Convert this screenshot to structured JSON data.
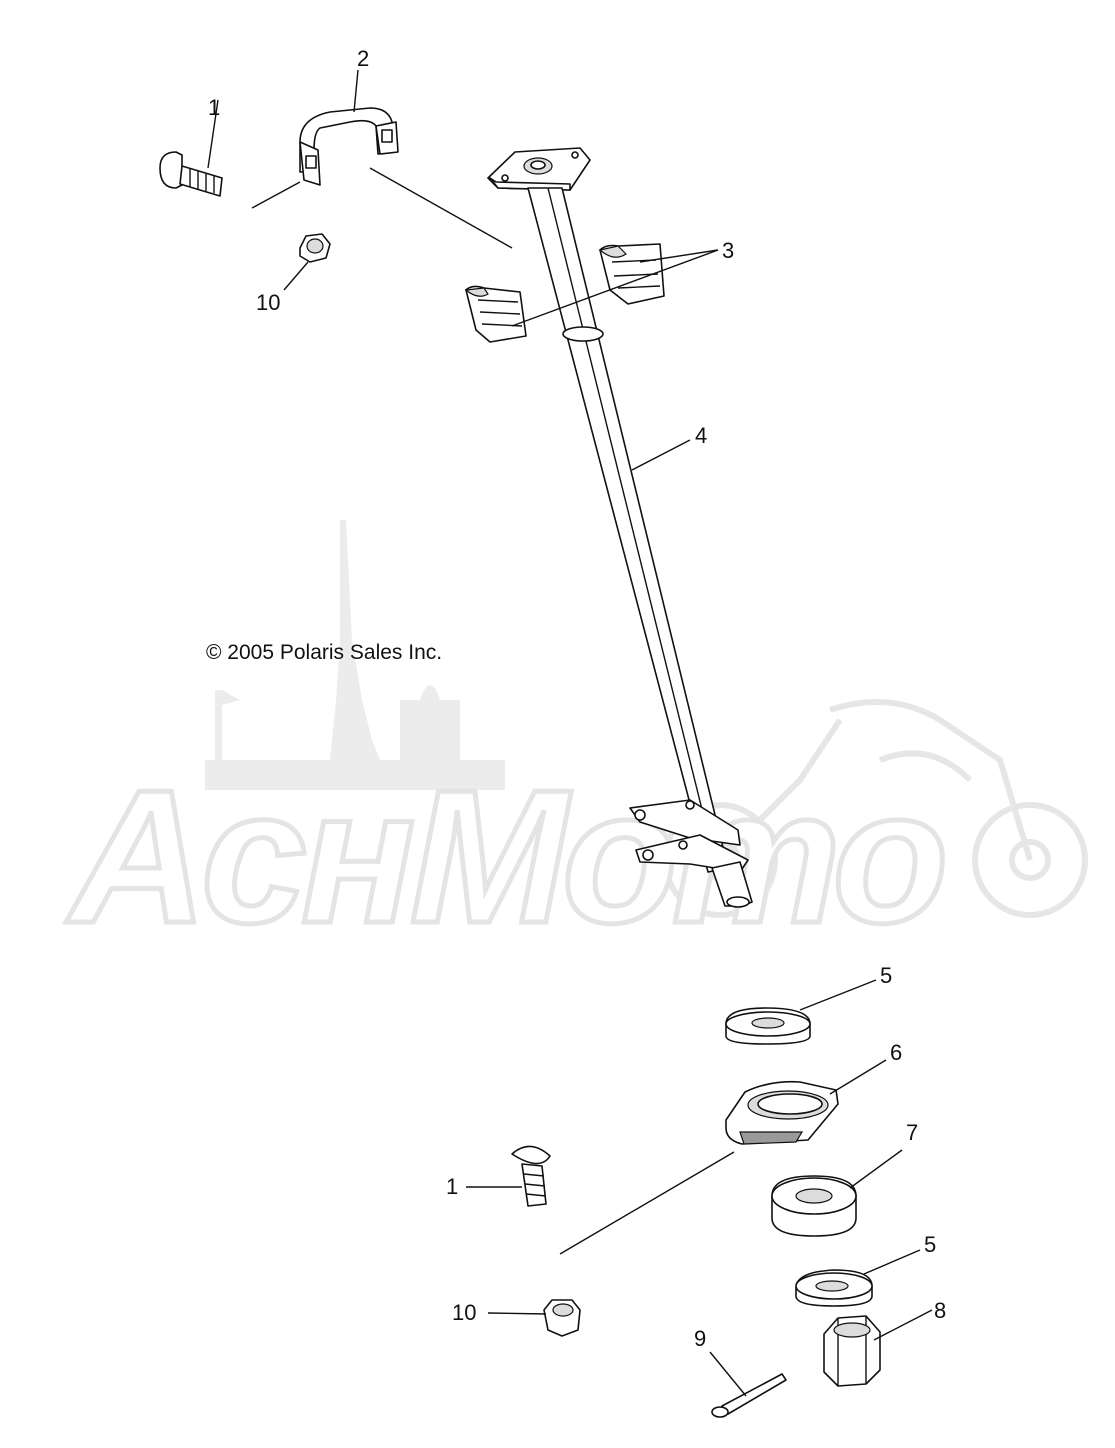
{
  "copyright": "© 2005 Polaris Sales Inc.",
  "watermark": {
    "text": "AcнMoто",
    "color": "#e4e4e4"
  },
  "callouts": [
    {
      "id": "c1a",
      "label": "1"
    },
    {
      "id": "c2",
      "label": "2"
    },
    {
      "id": "c10a",
      "label": "10"
    },
    {
      "id": "c3",
      "label": "3"
    },
    {
      "id": "c4",
      "label": "4"
    },
    {
      "id": "c5a",
      "label": "5"
    },
    {
      "id": "c6",
      "label": "6"
    },
    {
      "id": "c1b",
      "label": "1"
    },
    {
      "id": "c7",
      "label": "7"
    },
    {
      "id": "c5b",
      "label": "5"
    },
    {
      "id": "c10b",
      "label": "10"
    },
    {
      "id": "c8",
      "label": "8"
    },
    {
      "id": "c9",
      "label": "9"
    }
  ]
}
